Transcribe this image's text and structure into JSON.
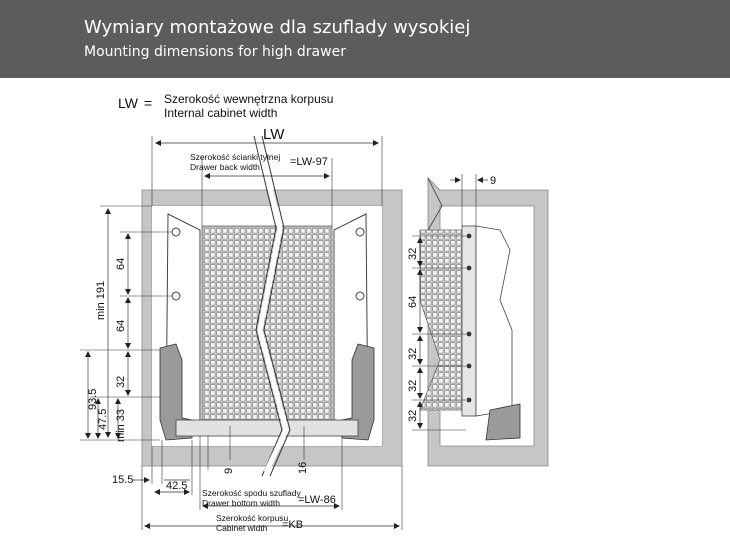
{
  "header": {
    "title_pl": "Wymiary montażowe dla szuflady wysokiej",
    "title_en": "Mounting dimensions for high drawer",
    "bg_color": "#5c5c5c"
  },
  "legend": {
    "symbol": "LW",
    "equals": "=",
    "line1": "Szerokość wewnętrzna korpusu",
    "line2": "Internal cabinet width"
  },
  "front_view": {
    "lw_label": "LW",
    "back_width": {
      "pl": "Szerokość ścianki tylnej",
      "en": "Drawer back width",
      "formula": "=LW-97"
    },
    "bottom_width": {
      "pl": "Szerokość spodu szuflady",
      "en": "Drawer bottom width",
      "formula": "=LW-86"
    },
    "cabinet_width": {
      "pl": "Szerokość korpusu",
      "en": "Cabinet width",
      "formula": "=KB"
    },
    "dims": {
      "min191": "min 191",
      "d64a": "64",
      "d64b": "64",
      "d32": "32",
      "d935": "93.5",
      "d475": "47.5",
      "min33": "min 33",
      "d155": "15.5",
      "d425": "42.5",
      "d9": "9",
      "d16": "16"
    }
  },
  "side_view": {
    "d9": "9",
    "d32a": "32",
    "d64": "64",
    "d32b": "32",
    "d32c": "32",
    "d32d": "32"
  }
}
